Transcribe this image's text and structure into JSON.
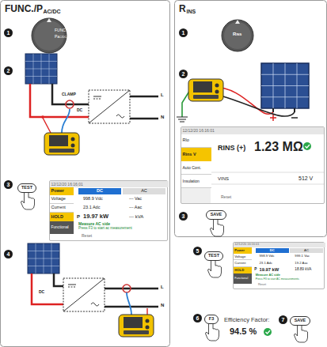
{
  "diagram": {
    "nodes": [
      {
        "text": [
          "FUNC./P",
          "AC/DC"
        ]
      },
      {
        "text": [
          "R",
          "INS"
        ]
      },
      {
        "text": [
          "12/12/20 16:16:01",
          "Power",
          "DC",
          "AC",
          "Voltage",
          "998.9 Vdc",
          "--- Vac",
          "Current",
          "23.1 Adc",
          "--- Aac",
          "HOLD",
          "P",
          "19.97 kW",
          "--- kVA",
          "Functional",
          "Measure AC side",
          "Press F3 to start ac measurement",
          "Reset"
        ],
        "in": 0
      },
      {
        "text": [
          "TEST"
        ],
        "in": 0
      },
      {
        "text": [
          "12/12/20 16:16:01",
          "Rlo",
          "Rins V",
          "Auto Cont.",
          "Insulation",
          "RINS (+)",
          "1.23 MΩ",
          "VINS",
          "512 V",
          "Reset"
        ],
        "in": 1
      },
      {
        "text": [
          "SAVE"
        ],
        "in": 1
      },
      {
        "text": [
          "12/12/20 16:16:01",
          "Power",
          "DC",
          "AC",
          "Voltage",
          "998.9 Vdc",
          "999.1 Vac",
          "Current",
          "23.1 Adc",
          "19.2 Aac",
          "HOLD",
          "P",
          "19.97 kW",
          "18.89 kVA",
          "Functional",
          "Measure AC side",
          "Press F3 to start AC measurements",
          "Reset"
        ]
      },
      {
        "text": [
          "TEST"
        ]
      },
      {
        "text": [
          "F3"
        ]
      },
      {
        "text": [
          "SAVE"
        ]
      }
    ],
    "labels": [
      "1",
      "FUNC./",
      "P",
      "AC/DC",
      "2",
      "CLAMP",
      "DC",
      "L",
      "N",
      "3",
      "4",
      "DC",
      "L",
      "N",
      "1",
      "R",
      "INS",
      "2",
      "3",
      "5",
      "6",
      "Efficiency Factor:",
      "94.5 %",
      "7"
    ]
  }
}
